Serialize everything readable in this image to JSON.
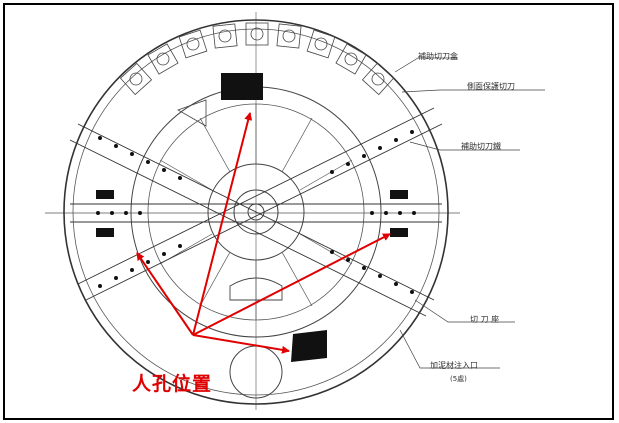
{
  "diagram": {
    "callouts": {
      "aux_cutter_box": "補助切刀盒",
      "side_scraper": "側面保護切刀",
      "aux_cutter_seat": "補助切刀鐵",
      "cutter_seat": "切 刀 座",
      "mud_inlet": "加泥材注入口",
      "mud_inlet_note": "(5處)"
    },
    "manhole_label": "人孔位置",
    "colors": {
      "line": "#333333",
      "accent": "#e00000",
      "fill_dark": "#111111"
    }
  }
}
